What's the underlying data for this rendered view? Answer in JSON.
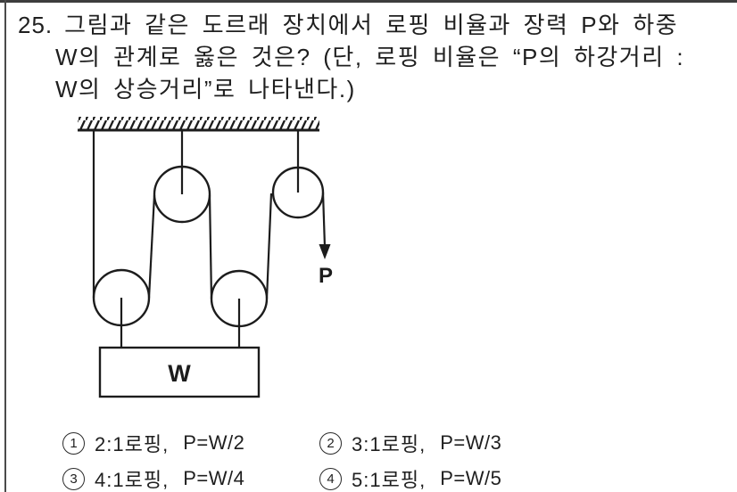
{
  "page": {
    "background": "#ffffff",
    "ink": "#1f1f1f"
  },
  "question": {
    "number": "25.",
    "lines": [
      "그림과 같은 도르래 장치에서 로핑 비율과 장력 P와 하중",
      "W의 관계로 옳은 것은? (단, 로핑 비율은 “P의 하강거리 :",
      "W의 상승거리”로 나타낸다.)"
    ]
  },
  "diagram": {
    "load_label": "W",
    "force_label": "P"
  },
  "options": [
    {
      "num": "1",
      "ratio": "2:1로핑,",
      "formula": "P=W/2"
    },
    {
      "num": "2",
      "ratio": "3:1로핑,",
      "formula": "P=W/3"
    },
    {
      "num": "3",
      "ratio": "4:1로핑,",
      "formula": "P=W/4"
    },
    {
      "num": "4",
      "ratio": "5:1로핑,",
      "formula": "P=W/5"
    }
  ]
}
